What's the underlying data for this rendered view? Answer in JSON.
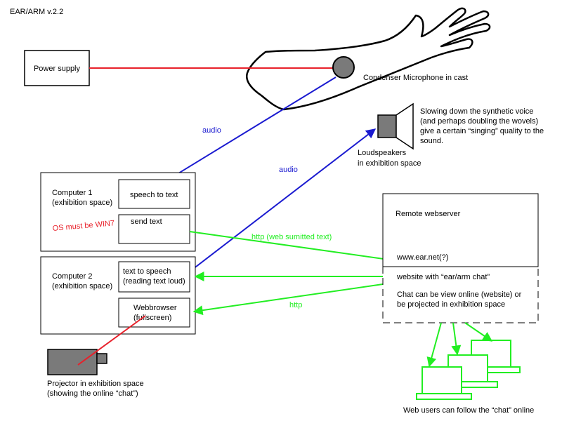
{
  "version": "EAR/ARM v.2.2",
  "power_supply": "Power supply",
  "microphone": "Condenser Microphone in cast",
  "loudspeaker_label": [
    "Loudspeakers",
    "in exhibition space"
  ],
  "loudspeaker_note": [
    "Slowing down the synthetic voice",
    "(and perhaps doubling the wovels)",
    "give a certain “singing” quality to the",
    "sound."
  ],
  "audio_label_1": "audio",
  "audio_label_2": "audio",
  "computer1": {
    "title": [
      "Computer 1",
      "(exhibition space)"
    ],
    "speech_to_text": "speech to text",
    "send_text": "send text",
    "os_note": "OS must be WIN7"
  },
  "computer2": {
    "title": [
      "Computer 2",
      "(exhibition space)"
    ],
    "text_to_speech": [
      "text to speech",
      "(reading text loud)"
    ],
    "webbrowser": [
      "Webbrowser",
      "(fullscreen)"
    ]
  },
  "http_label_1": "http (web sumitted text)",
  "http_label_2": "http",
  "webserver": {
    "title": "Remote webserver",
    "url": "www.ear.net(?)",
    "website": "website with “ear/arm chat”",
    "chat_note": [
      "Chat can be view online (website) or",
      "be projected in exhibition space"
    ]
  },
  "projector": [
    "Projector in exhibition space",
    "(showing the online “chat”)"
  ],
  "web_users": "Web users can follow the “chat” online",
  "colors": {
    "red": "#e8202a",
    "blue": "#1a1ad0",
    "green": "#22ee22",
    "gray": "#7a7a7a"
  }
}
